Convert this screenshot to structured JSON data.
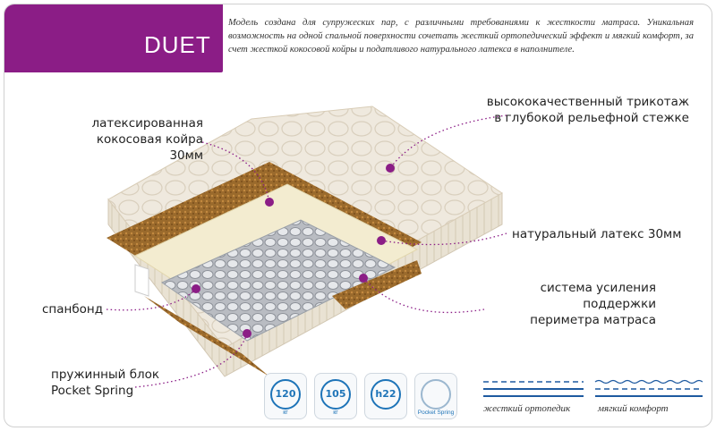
{
  "brand": {
    "title": "DUET",
    "accent_color": "#8b1d86"
  },
  "description": "Модель создана  для супружеских пар, с различными требованиями к жесткости матраса. Уникальная возможность на одной спальной поверхности сочетать жесткий ортопедический эффект и мягкий комфорт, за счет жесткой кокосовой койры и податливого натурального латекса в наполнителе.",
  "labels": {
    "coir": [
      "латексированная",
      "кокосовая койра 30мм"
    ],
    "knit": [
      "высококачественный трикотаж",
      "в глубокой рельефной стежке"
    ],
    "latex": "натуральный латекс 30мм",
    "perimeter": [
      "система усиления поддержки",
      "периметра матраса"
    ],
    "spunbond": "спанбонд",
    "spring_block": [
      "пружинный блок",
      "Pocket Spring"
    ]
  },
  "badges": [
    {
      "icon": "weight-120-icon",
      "value": "120",
      "unit": "кг"
    },
    {
      "icon": "weight-105-icon",
      "value": "105",
      "unit": "кг"
    },
    {
      "icon": "height-icon",
      "value": "h22"
    },
    {
      "icon": "pocket-spring-icon",
      "value": "Pocket Spring"
    }
  ],
  "legend": {
    "hard": "жесткий ортопедик",
    "soft": "мягкий комфорт",
    "line_color": "#1e5aa0"
  }
}
